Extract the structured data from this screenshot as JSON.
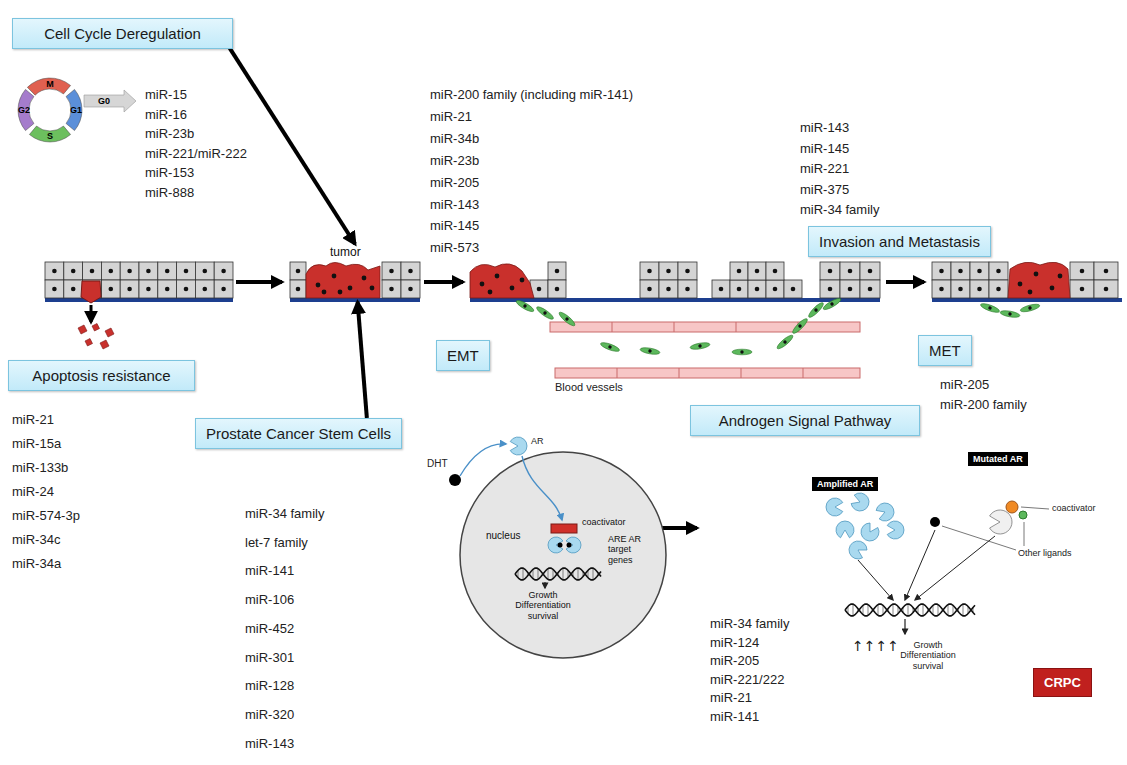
{
  "diagram": {
    "nodes": [
      {
        "text": [
          "Cell Cycle Deregulation"
        ]
      },
      {
        "text": [
          "tumor"
        ]
      },
      {
        "text": [
          "EMT"
        ]
      },
      {
        "text": [
          "Invasion and Metastasis"
        ]
      },
      {
        "text": [
          "MET"
        ]
      },
      {
        "text": [
          "Apoptosis resistance"
        ]
      },
      {
        "text": [
          "Prostate Cancer Stem Cells"
        ]
      },
      {
        "text": [
          "Androgen Signal Pathway"
        ]
      },
      {
        "text": [
          "nucleus",
          "coactivator",
          "ARE AR target genes",
          "Growth Differentiation survival"
        ]
      },
      {
        "text": [
          "Mutated AR"
        ]
      },
      {
        "text": [
          "Amplified AR"
        ]
      },
      {
        "text": [
          "CRPC"
        ]
      }
    ],
    "edges": [
      {
        "from": 0,
        "to": 1,
        "arrow": "to"
      },
      {
        "from": 6,
        "to": 1,
        "arrow": "to"
      }
    ],
    "labels": [
      "miR-15",
      "miR-16",
      "miR-23b",
      "miR-221/miR-222",
      "miR-153",
      "miR-888",
      "miR-200 family (including miR-141)",
      "miR-21",
      "miR-34b",
      "miR-23b",
      "miR-205",
      "miR-143",
      "miR-145",
      "miR-573",
      "miR-143",
      "miR-145",
      "miR-221",
      "miR-375",
      "miR-34 family",
      "miR-205",
      "miR-200 family",
      "miR-21",
      "miR-15a",
      "miR-133b",
      "miR-24",
      "miR-574-3p",
      "miR-34c",
      "miR-34a",
      "miR-34 family",
      "let-7 family",
      "miR-141",
      "miR-106",
      "miR-452",
      "miR-301",
      "miR-128",
      "miR-320",
      "miR-143",
      "miR-34 family",
      "miR-124",
      "miR-205",
      "miR-221/222",
      "miR-21",
      "miR-141",
      "M",
      "G1",
      "S",
      "G2",
      "G0",
      "Blood vessels",
      "DHT",
      "AR",
      "coactivator",
      "Other ligands",
      "↑↑↑↑",
      "Growth Differentiation survival"
    ]
  }
}
